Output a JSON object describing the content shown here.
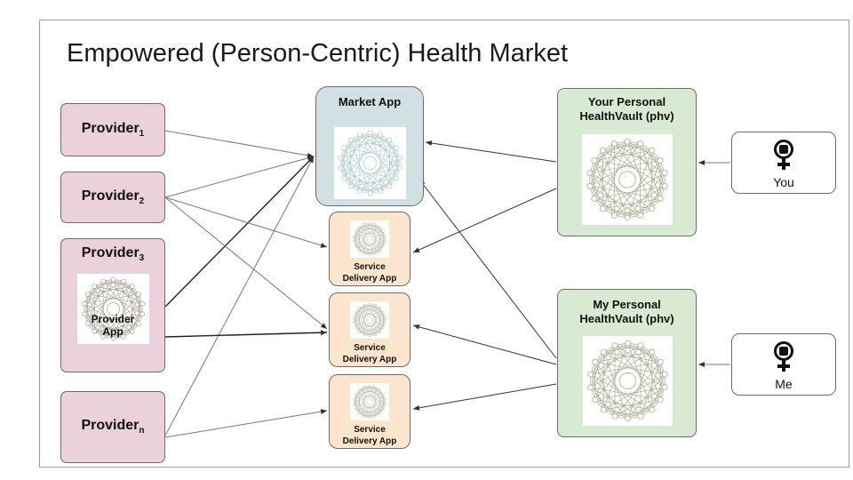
{
  "title": "Empowered (Person-Centric) Health Market",
  "providers": [
    {
      "base": "Provider",
      "sub": "1"
    },
    {
      "base": "Provider",
      "sub": "2"
    },
    {
      "base": "Provider",
      "sub": "3",
      "app_line1": "Provider",
      "app_line2": "App"
    },
    {
      "base": "Provider",
      "sub": "n"
    }
  ],
  "market_app": {
    "title": "Market App"
  },
  "service_apps": [
    {
      "line1": "Service",
      "line2": "Delivery App"
    },
    {
      "line1": "Service",
      "line2": "Delivery App"
    },
    {
      "line1": "Service",
      "line2": "Delivery App"
    }
  ],
  "vaults": [
    {
      "line1": "Your Personal",
      "line2": "HealthVault (phv)"
    },
    {
      "line1": "My Personal",
      "line2": "HealthVault (phv)"
    }
  ],
  "persons": [
    {
      "label": "You",
      "icon": "female-fist-icon"
    },
    {
      "label": "Me",
      "icon": "female-fist-icon"
    }
  ],
  "colors": {
    "provider": "#ead1dc",
    "market": "#d0e0e3",
    "service": "#fce5cd",
    "vault": "#d9ead3",
    "network": "#a8c6c4",
    "network_service": "#a09a8c",
    "network_vault": "#a8ad92"
  }
}
